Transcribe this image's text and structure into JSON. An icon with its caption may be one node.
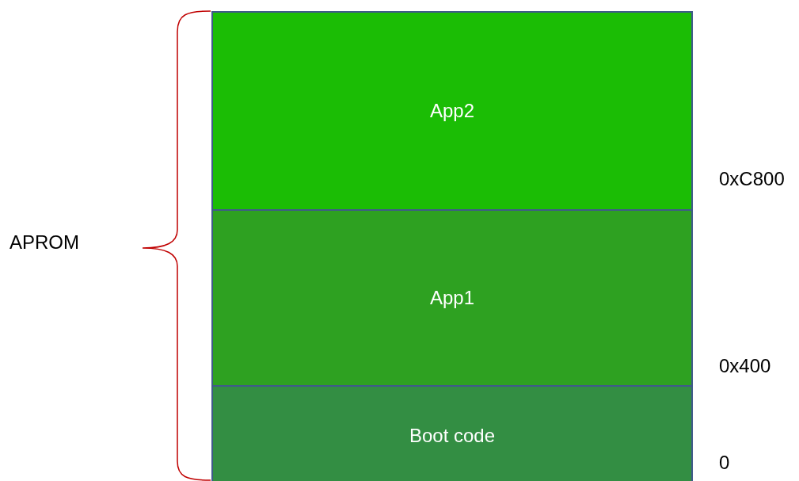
{
  "diagram": {
    "nodes": [
      {
        "text": [
          "App2"
        ]
      },
      {
        "text": [
          "App1"
        ]
      },
      {
        "text": [
          "Boot code"
        ]
      }
    ],
    "labels": [
      "APROM",
      "0xC800",
      "0x400",
      "0"
    ]
  }
}
